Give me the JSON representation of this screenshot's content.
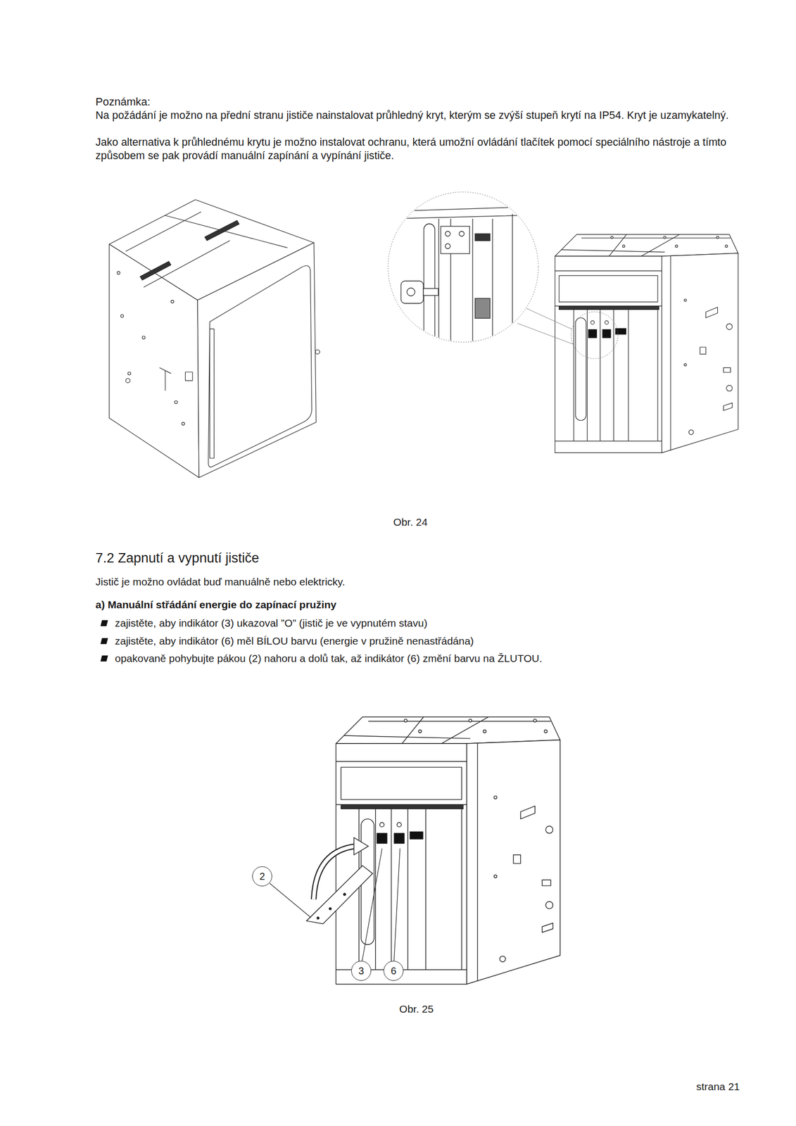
{
  "diagram": {
    "title": "7.2 Zapnutí a vypnutí jističe",
    "nodes": [
      {
        "text": [
          "2"
        ]
      },
      {
        "text": [
          "3"
        ]
      },
      {
        "text": [
          "6"
        ]
      }
    ],
    "labels": [
      "Poznámka:",
      "Na požádání je možno na přední stranu jističe nainstalovat průhledný kryt, kterým se zvýší stupeň krytí na IP54. Kryt je uzamykatelný.",
      "Jako alternativa k průhlednému krytu je možno instalovat ochranu, která umožní ovládání tlačítek pomocí speciálního nástroje a tímto způsobem se pak provádí manuální zapínání a vypínání jističe.",
      "Obr. 24",
      "Jistič je možno ovládat buď manuálně nebo elektricky.",
      "a) Manuální střádání energie do zapínací pružiny",
      "zajistěte, aby indikátor (3) ukazoval ”O” (jistič je ve vypnutém stavu)",
      "zajistěte, aby indikátor (6) měl BÍLOU barvu (energie v pružině nenastřádána)",
      "opakovaně pohybujte pákou (2) nahoru a dolů tak, až indikátor (6) změní barvu na ŽLUTOU.",
      "Obr. 25",
      "strana 21"
    ]
  }
}
